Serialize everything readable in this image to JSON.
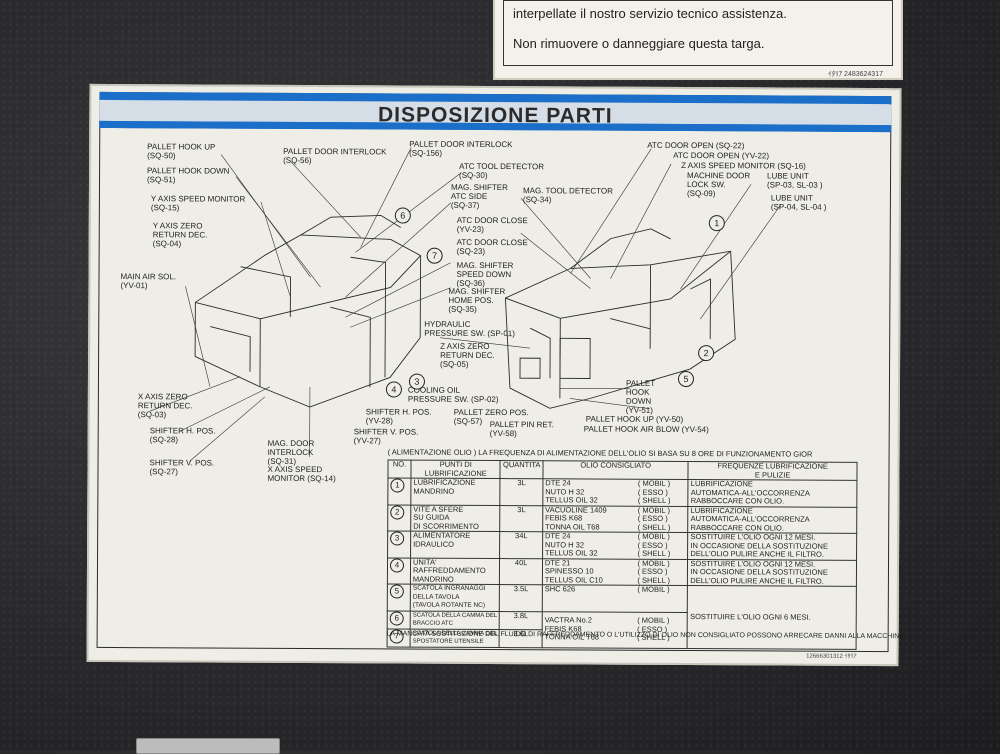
{
  "top_plate": {
    "line1": "interpellate il nostro servizio tecnico assistenza.",
    "line2": "Non rimuovere o danneggiare questa targa.",
    "code": "ｲﾀﾘｱ 2483624317"
  },
  "plate": {
    "title": "DISPOSIZIONE PARTI",
    "code": "12666301312  ｲﾀﾘｱ"
  },
  "labels": [
    {
      "id": "pallet-hook-up",
      "text": "PALLET HOOK UP\n(SQ-50)"
    },
    {
      "id": "pallet-hook-down",
      "text": "PALLET HOOK DOWN\n(SQ-51)"
    },
    {
      "id": "y-axis-speed",
      "text": "Y AXIS SPEED MONITOR\n(SQ-15)"
    },
    {
      "id": "y-axis-zero",
      "text": "Y AXIS ZERO\nRETURN DEC.\n(SQ-04)"
    },
    {
      "id": "main-air",
      "text": "MAIN AIR SOL.\n(YV-01)"
    },
    {
      "id": "pallet-door-interlock",
      "text": "PALLET DOOR INTERLOCK\n(SQ-56)"
    },
    {
      "id": "pallet-door-interlock2",
      "text": "PALLET DOOR INTERLOCK\n(SQ-156)"
    },
    {
      "id": "atc-tool-detector",
      "text": "ATC TOOL DETECTOR\n(SQ-30)"
    },
    {
      "id": "mag-shifter-atc",
      "text": "MAG. SHIFTER\nATC SIDE\n(SQ-37)"
    },
    {
      "id": "mag-tool-detector",
      "text": "MAG. TOOL DETECTOR\n(SQ-34)"
    },
    {
      "id": "atc-door-close-yv",
      "text": "ATC DOOR CLOSE\n(YV-23)"
    },
    {
      "id": "atc-door-close-sq",
      "text": "ATC DOOR CLOSE\n(SQ-23)"
    },
    {
      "id": "mag-shifter-speed",
      "text": "MAG. SHIFTER\nSPEED DOWN\n(SQ-36)"
    },
    {
      "id": "mag-shifter-home",
      "text": "MAG. SHIFTER\nHOME POS.\n(SQ-35)"
    },
    {
      "id": "hydraulic",
      "text": "HYDRAULIC\nPRESSURE SW. (SP-01)"
    },
    {
      "id": "z-axis-zero",
      "text": "Z AXIS ZERO\nRETURN DEC.\n(SQ-05)"
    },
    {
      "id": "cooling-oil",
      "text": "COOLING OIL\nPRESSURE SW. (SP-02)"
    },
    {
      "id": "atc-door-open-sq",
      "text": "ATC DOOR OPEN (SQ-22)"
    },
    {
      "id": "atc-door-open-yv",
      "text": "ATC DOOR OPEN (YV-22)"
    },
    {
      "id": "z-axis-speed",
      "text": "Z AXIS SPEED MONITOR (SQ-16)"
    },
    {
      "id": "machine-door",
      "text": "MACHINE DOOR\nLOCK SW.\n(SQ-09)"
    },
    {
      "id": "lube-unit-sp03",
      "text": "LUBE UNIT\n(SP-03, SL-03 )"
    },
    {
      "id": "lube-unit-sp04",
      "text": "LUBE UNIT\n(SP-04, SL-04 )"
    },
    {
      "id": "x-axis-zero",
      "text": "X AXIS ZERO\nRETURN DEC.\n(SQ-03)"
    },
    {
      "id": "shifter-h-pos-28",
      "text": "SHIFTER H. POS.\n(SQ-28)"
    },
    {
      "id": "shifter-v-pos-27",
      "text": "SHIFTER V. POS.\n(SQ-27)"
    },
    {
      "id": "mag-door-interlock",
      "text": "MAG. DOOR\nINTERLOCK\n(SQ-31)"
    },
    {
      "id": "x-axis-speed",
      "text": "X AXIS SPEED\nMONITOR (SQ-14)"
    },
    {
      "id": "shifter-h-pos-yv28",
      "text": "SHIFTER H. POS.\n(YV-28)"
    },
    {
      "id": "shifter-v-pos-yv27",
      "text": "SHIFTER V. POS.\n(YV-27)"
    },
    {
      "id": "pallet-zero-pos",
      "text": "PALLET ZERO POS.\n(SQ-57)"
    },
    {
      "id": "pallet-pin-ret",
      "text": "PALLET PIN RET.\n(YV-58)"
    },
    {
      "id": "pallet-hook-down-yv",
      "text": "PALLET\nHOOK\nDOWN\n(YV-51)"
    },
    {
      "id": "pallet-hook-up-yv",
      "text": "PALLET HOOK UP (YV-50)"
    },
    {
      "id": "pallet-hook-air",
      "text": "PALLET HOOK AIR BLOW (YV-54)"
    }
  ],
  "callouts": [
    "1",
    "2",
    "3",
    "4",
    "5",
    "6",
    "7"
  ],
  "table": {
    "heading": "( ALIMENTAZIONE OLIO ) LA FREQUENZA DI ALIMENTAZIONE DELL'OLIO SI BASA SU 8 ORE DI FUNZIONAMENTO GIOR",
    "columns": [
      "NO.",
      "PUNTI DI\nLUBRIFICAZIONE",
      "QUANTITA",
      "OLIO CONSIGLIATO",
      "FREQUENZE LUBRIFICAZIONE\nE PULIZIE"
    ],
    "rows": [
      {
        "no": "1",
        "point": "LUBRIFICAZIONE\nMANDRINO",
        "qty": "3L",
        "oil": "DTE 24\nNUTO H 32\nTELLUS OIL 32",
        "brand": "( MOBIL )\n( ESSO )\n( SHELL )",
        "freq": "LUBRIFICAZIONE\nAUTOMATICA-ALL'OCCORRENZA\nRABBOCCARE CON OLIO."
      },
      {
        "no": "2",
        "point": "VITE A SFERE\nSU GUIDA\nDI SCORRIMENTO",
        "qty": "3L",
        "oil": "VACUOLINE 1409\nFEBIS K68\nTONNA OIL T68",
        "brand": "( MOBIL )\n( ESSO )\n( SHELL )",
        "freq": "LUBRIFICAZIONE\nAUTOMATICA-ALL'OCCORRENZA\nRABBOCCARE CON OLIO."
      },
      {
        "no": "3",
        "point": "ALIMENTATORE\nIDRAULICO",
        "qty": "34L",
        "oil": "DTE 24\nNUTO H 32\nTELLUS OIL 32",
        "brand": "( MOBIL )\n( ESSO )\n( SHELL )",
        "freq": "SOSTITUIRE L'OLIO OGNI 12 MESI.\nIN OCCASIONE DELLA SOSTITUZIONE\nDELL'OLIO PULIRE ANCHE IL FILTRO."
      },
      {
        "no": "4",
        "point": "UNITA'\nRAFFREDDAMENTO\nMANDRINO",
        "qty": "40L",
        "oil": "DTE 21\nSPINESSO 10\nTELLUS OIL C10",
        "brand": "( MOBIL )\n( ESSO )\n( SHELL )",
        "freq": "SOSTITUIRE L'OLIO OGNI 12 MESI.\nIN OCCASIONE DELLA SOSTITUZIONE\nDELL'OLIO PULIRE ANCHE IL FILTRO."
      },
      {
        "no": "5",
        "point": "SCATOLA INGRANAGGI\nDELLA TAVOLA\n(TAVOLA ROTANTE NC)",
        "qty": "3.5L",
        "oil": "SHC 626",
        "brand": "( MOBIL )",
        "freq": ""
      },
      {
        "no": "6",
        "point": "SCATOLA DELLA CAMMA DEL\nBRACCIO ATC",
        "qty": "3.8L",
        "oil": "VACTRA No.2\nFEBIS K68\nTONNA OIL T68",
        "brand": "( MOBIL )\n( ESSO )\n( SHELL )",
        "freq": "SOSTITUIRE L'OLIO OGNI 6 MESI."
      },
      {
        "no": "7",
        "point": "SCATOLA DELLA CAMMA DEL\nSPOSTATORE UTENSILE",
        "qty": "3.6L",
        "oil": "",
        "brand": "",
        "freq": ""
      }
    ],
    "footer": "LA MANCATA SOSTITUZIONE DEL FLUIDO DI RAFFREDDAMENTO O L'UTILIZZO DI OLIO NON CONSIGLIATO POSSONO ARRECARE DANNI ALLA MACCHINA."
  }
}
